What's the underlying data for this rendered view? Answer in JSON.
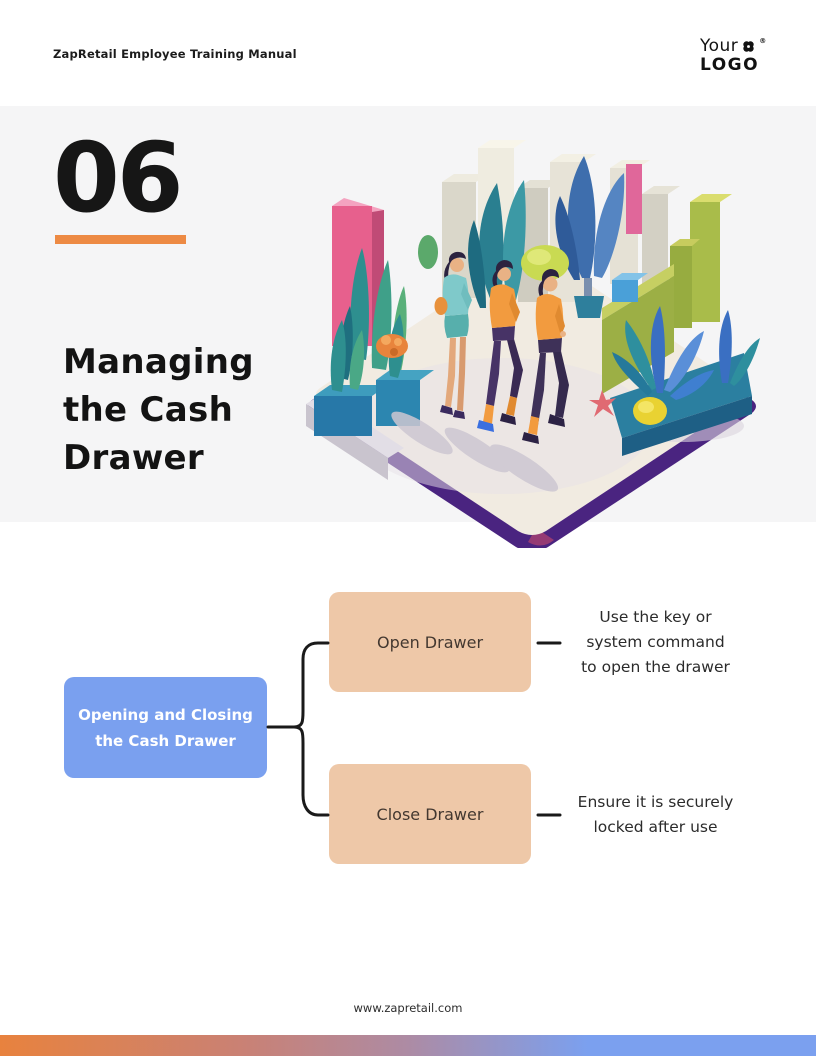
{
  "header": {
    "doc_title": "ZapRetail Employee Training Manual",
    "logo": {
      "line1": "Your",
      "line2": "LOGO",
      "registered": "®",
      "icon_name": "clover-icon",
      "color": "#121212"
    }
  },
  "hero": {
    "chapter_number": "06",
    "accent_color": "#ED8A44",
    "background_color": "#F5F5F6",
    "title_lines": [
      "Managing",
      "the Cash",
      "Drawer"
    ],
    "illustration_name": "isometric-garden-people-illustration"
  },
  "flowchart": {
    "root": {
      "label_lines": [
        "Opening and Closing",
        "the Cash Drawer"
      ],
      "color": "#7AA0EF",
      "text_color": "#FFFFFF"
    },
    "branches": [
      {
        "label": "Open Drawer",
        "color": "#EEC8A8",
        "description_lines": [
          "Use the key or",
          "system command",
          "to open the drawer"
        ]
      },
      {
        "label": "Close Drawer",
        "color": "#EEC8A8",
        "description_lines": [
          "Ensure it is securely",
          "locked after use"
        ]
      }
    ],
    "connector_color": "#1A1A1A"
  },
  "footer": {
    "website": "www.zapretail.com",
    "bar_gradient": [
      "#E8823E",
      "#AD8BA4",
      "#7BA0EF"
    ]
  }
}
